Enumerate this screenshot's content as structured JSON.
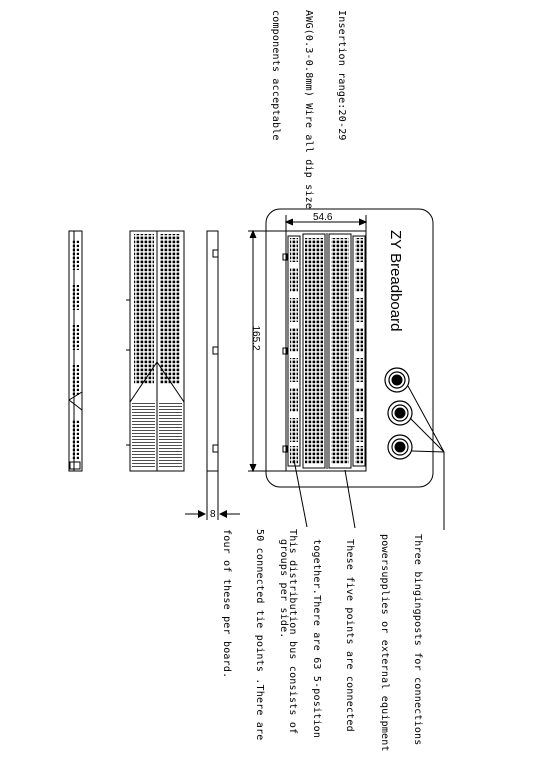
{
  "insertion_note": [
    "Insertion range:20-29",
    "AWG(0.3-0.8mm) Wire all dip size",
    "components acceptable"
  ],
  "board": {
    "title": "ZY Breadboard",
    "width_dim": "54.6",
    "length_dim": "165.2",
    "thickness_dim": "8"
  },
  "notes": {
    "binding_posts": [
      "Three bingingposts for connections",
      "powersupplies or external equipment"
    ],
    "terminal_strip": [
      "These five points are connected",
      "together.There are 63 5-position",
      "groups per side."
    ],
    "distribution_bus": [
      "This distribution bus consists of",
      "50 connected tie points .There are",
      "four of these per board."
    ]
  }
}
